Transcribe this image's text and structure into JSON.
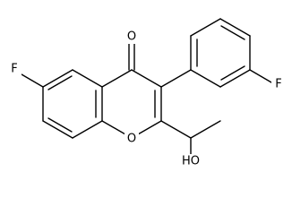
{
  "molecule": {
    "atom_labels": {
      "carbonyl_oxygen": "O",
      "ring_oxygen": "O",
      "fluorine_chromone": "F",
      "fluorine_phenyl": "F",
      "hydroxyl": "HO"
    }
  }
}
